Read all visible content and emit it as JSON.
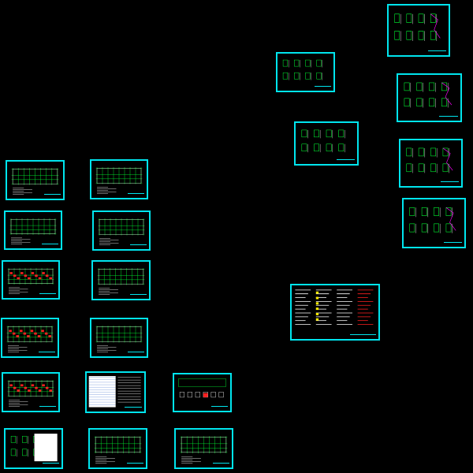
{
  "viewport": {
    "background": "#000000"
  },
  "colors": {
    "frame": "#00e5ee",
    "grid": "#00ff33",
    "text": "#ffffff",
    "accent": "#ff2020",
    "fill": "#ffee00",
    "detail": "#ff00ff"
  },
  "sheets": [
    {
      "id": "sheet-01",
      "style": "detail-small"
    },
    {
      "id": "sheet-02",
      "style": "detail-col"
    },
    {
      "id": "sheet-03",
      "style": "detail-col"
    },
    {
      "id": "sheet-04",
      "style": "detail-mid"
    },
    {
      "id": "sheet-05",
      "style": "detail-col"
    },
    {
      "id": "sheet-06",
      "style": "detail-col"
    },
    {
      "id": "sheet-07",
      "style": "plan"
    },
    {
      "id": "sheet-08",
      "style": "plan"
    },
    {
      "id": "sheet-09",
      "style": "plan"
    },
    {
      "id": "sheet-10",
      "style": "plan"
    },
    {
      "id": "sheet-11",
      "style": "plan-red"
    },
    {
      "id": "sheet-12",
      "style": "plan"
    },
    {
      "id": "sheet-13",
      "style": "plan-red"
    },
    {
      "id": "sheet-14",
      "style": "plan"
    },
    {
      "id": "sheet-15",
      "style": "plan-red"
    },
    {
      "id": "sheet-16",
      "style": "table"
    },
    {
      "id": "sheet-17",
      "style": "elevation"
    },
    {
      "id": "sheet-18",
      "style": "detail-table"
    },
    {
      "id": "sheet-19",
      "style": "plan"
    },
    {
      "id": "sheet-20",
      "style": "plan"
    },
    {
      "id": "sheet-21",
      "style": "notes"
    }
  ]
}
